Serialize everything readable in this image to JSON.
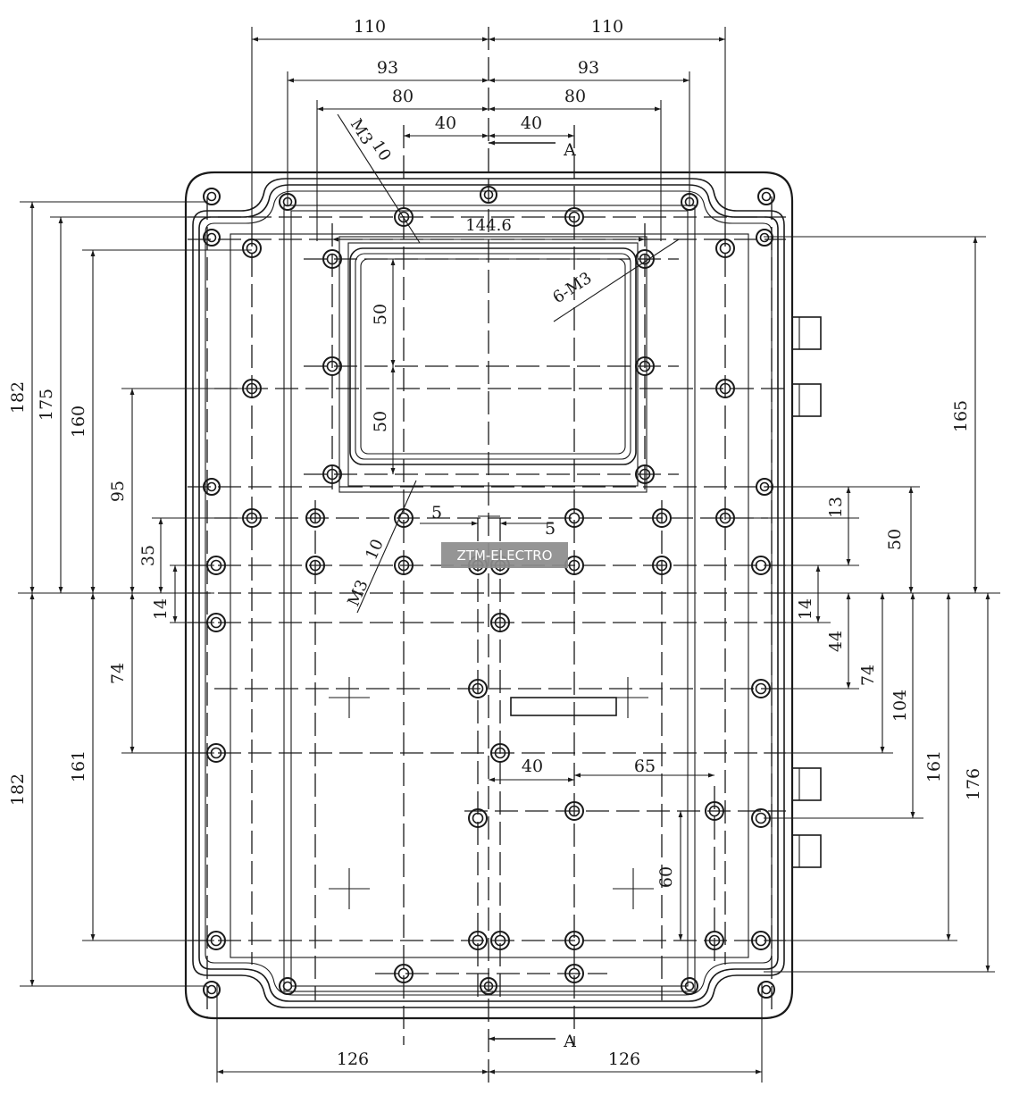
{
  "brand": {
    "label": "ZTM-ELECTRO",
    "box_color": "#8c8c8c"
  },
  "section_marker": "A",
  "labels": {
    "thread_a": "M3",
    "thread_a_depth": "10",
    "thread_b": "M3",
    "thread_b_depth": "10",
    "thread_c": "6-M3",
    "window_width": "144.6"
  },
  "dims": {
    "top_110_left": "110",
    "top_110_right": "110",
    "top_93_left": "93",
    "top_93_right": "93",
    "top_80_left": "80",
    "top_80_right": "80",
    "top_40_left": "40",
    "top_40_right": "40",
    "left_182_top": "182",
    "left_175": "175",
    "left_160": "160",
    "left_95": "95",
    "left_35": "35",
    "left_14": "14",
    "left_74": "74",
    "left_161": "161",
    "left_182_bottom": "182",
    "win_50_top": "50",
    "win_50_bottom": "50",
    "mid_5_left": "5",
    "mid_5_right": "5",
    "right_165": "165",
    "right_13": "13",
    "right_50": "50",
    "right_14": "14",
    "right_44": "44",
    "right_74": "74",
    "right_104": "104",
    "right_161": "161",
    "right_176": "176",
    "inner_40": "40",
    "inner_65": "65",
    "inner_60": "60",
    "bottom_126_left": "126",
    "bottom_126_right": "126"
  }
}
